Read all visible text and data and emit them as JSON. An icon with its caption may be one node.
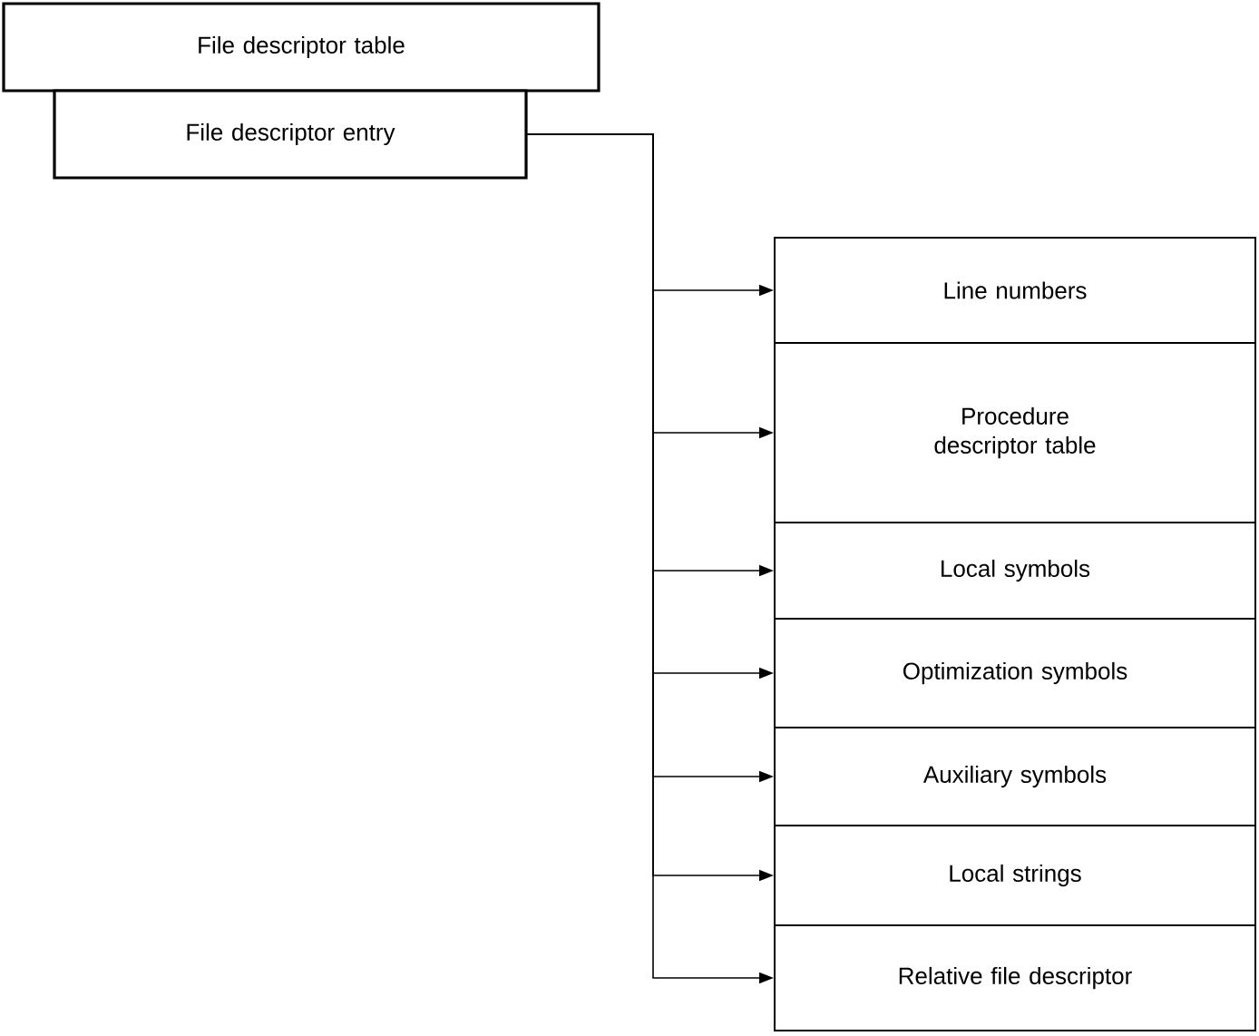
{
  "diagram": {
    "nodes": [
      {
        "text": [
          "File descriptor table"
        ]
      },
      {
        "text": [
          "File descriptor entry"
        ]
      },
      {
        "text": [
          "Line numbers"
        ]
      },
      {
        "text": [
          "Procedure descriptor table"
        ]
      },
      {
        "text": [
          "Local symbols"
        ]
      },
      {
        "text": [
          "Optimization symbols"
        ]
      },
      {
        "text": [
          "Auxiliary symbols"
        ]
      },
      {
        "text": [
          "Local strings"
        ]
      },
      {
        "text": [
          "Relative file descriptor"
        ]
      }
    ],
    "edges": [
      {
        "from": 1,
        "to": 2,
        "arrow": "to"
      },
      {
        "from": 1,
        "to": 3,
        "arrow": "to"
      },
      {
        "from": 1,
        "to": 4,
        "arrow": "to"
      },
      {
        "from": 1,
        "to": 5,
        "arrow": "to"
      },
      {
        "from": 1,
        "to": 6,
        "arrow": "to"
      },
      {
        "from": 1,
        "to": 7,
        "arrow": "to"
      },
      {
        "from": 1,
        "to": 8,
        "arrow": "to"
      }
    ]
  }
}
